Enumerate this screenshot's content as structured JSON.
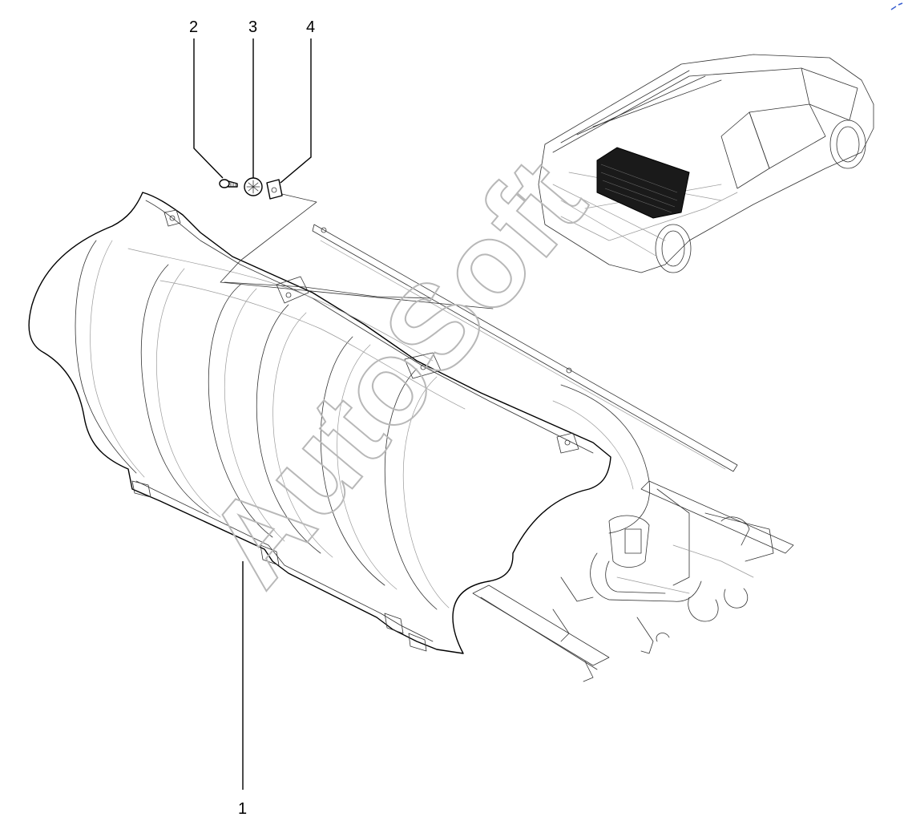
{
  "diagram": {
    "callouts": [
      {
        "id": "1",
        "label": "1"
      },
      {
        "id": "2",
        "label": "2"
      },
      {
        "id": "3",
        "label": "3"
      },
      {
        "id": "4",
        "label": "4"
      }
    ],
    "watermark": "AutoSoft",
    "colors": {
      "line": "#000000",
      "watermark": "#b8b8b8",
      "background": "#ffffff",
      "corner_mark": "#3a5fd0"
    },
    "icons": {
      "car": "car-silhouette-icon",
      "bolt": "bolt-icon",
      "washer": "washer-icon",
      "clip": "clip-nut-icon"
    }
  }
}
